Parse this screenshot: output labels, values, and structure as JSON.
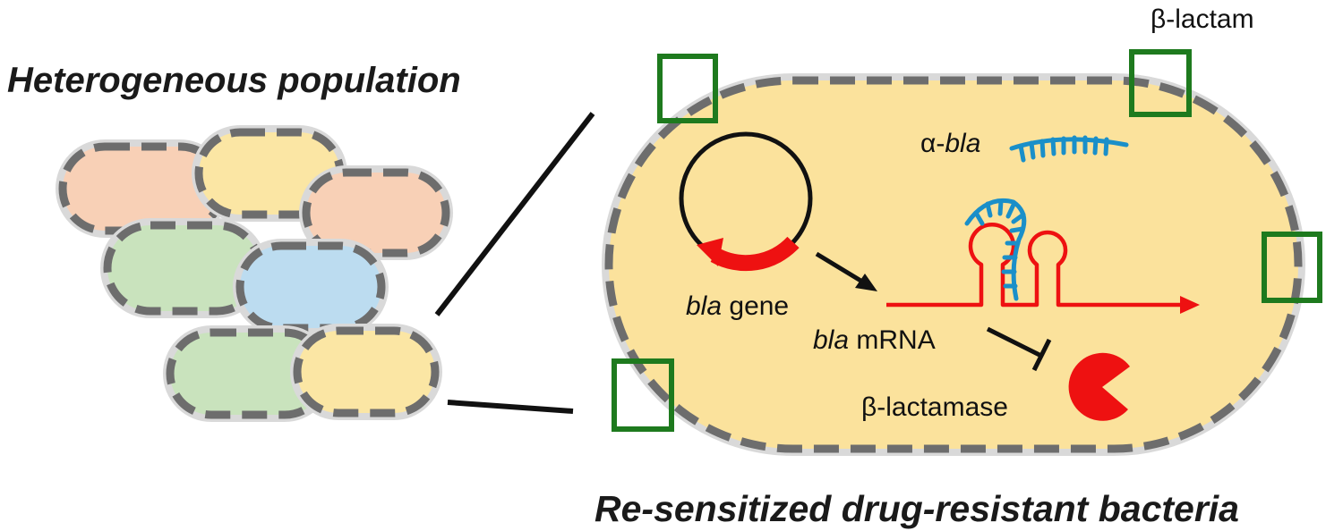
{
  "titles": {
    "population": "Heterogeneous population",
    "resensitized": "Re-sensitized drug-resistant bacteria"
  },
  "labels": {
    "beta_lactam": "β-lactam",
    "alpha_bla_prefix": "α-",
    "alpha_bla_italic": "bla",
    "bla_gene_italic": "bla",
    "bla_gene_suffix": " gene",
    "bla_mrna_italic": "bla",
    "bla_mrna_suffix": " mRNA",
    "beta_lactamase": "β-lactamase"
  },
  "colors": {
    "cell_outline": "#6d6d6d",
    "salmon_cell": "#f8d0b6",
    "yellow_cell": "#fbe6a4",
    "green_cell": "#c9e3bd",
    "blue_cell": "#bcdcf0",
    "big_cell_fill": "#fbe29c",
    "bla_red": "#ee1111",
    "antisense_blue": "#1a8fc9",
    "beta_lactam_green": "#1e7a1e"
  },
  "icons": {
    "beta_lactam": "square-outline-icon",
    "plasmid": "plasmid-circle-icon",
    "enzyme": "pacman-enzyme-icon",
    "antisense": "comb-strand-icon"
  }
}
